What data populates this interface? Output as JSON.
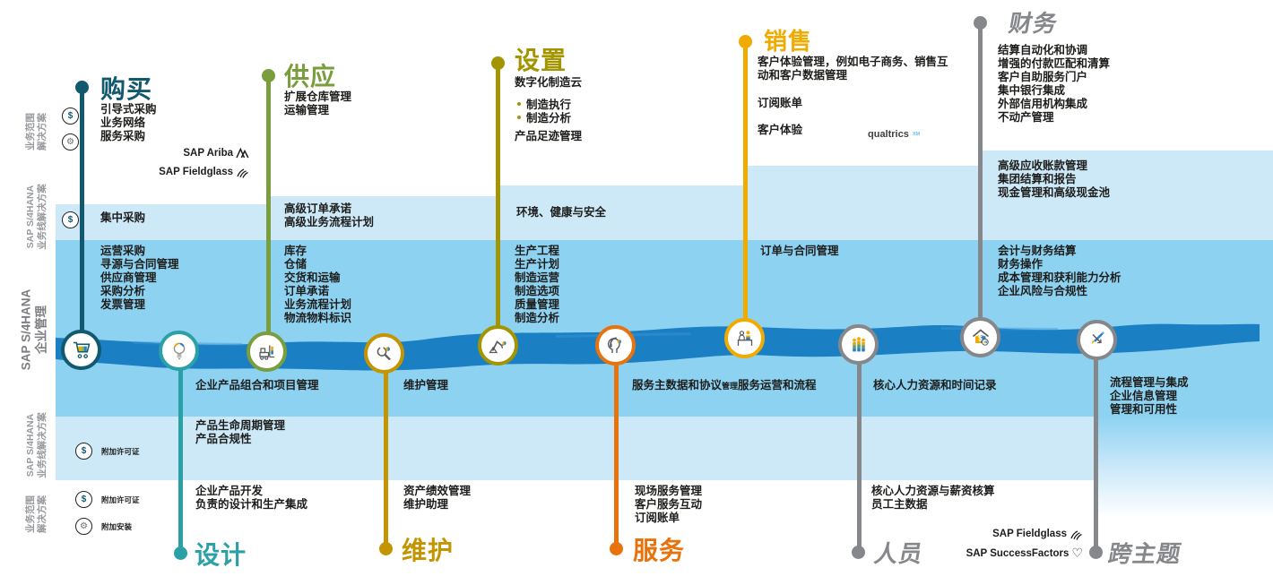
{
  "palette": {
    "band_light": "#cde9f8",
    "band_mid": "#8ed2f2",
    "river": "#1b7fc4",
    "buy": "#12586e",
    "supply": "#7a9d3e",
    "setup": "#a39500",
    "sales": "#f0ab00",
    "maintain": "#c49500",
    "service": "#e8720c",
    "design": "#2ba0a6",
    "gray": "#85878a",
    "accent_yellow": "#f0ab00",
    "accent_blue": "#2f7fc0"
  },
  "axis": {
    "rows": [
      {
        "l1": "业务范围",
        "l2": "解决方案"
      },
      {
        "l1": "SAP S/4HANA",
        "l2": "业务线解决方案"
      },
      {
        "l1": "SAP S/4HANA",
        "l2": "企业管理"
      },
      {
        "l1": "SAP S/4HANA",
        "l2": "业务线解决方案"
      },
      {
        "l1": "业务范围",
        "l2": "解决方案"
      }
    ]
  },
  "badges": {
    "license": "附加许可证",
    "install": "附加安装"
  },
  "logos": {
    "ariba": "SAP Ariba",
    "fieldglass_top": "SAP Fieldglass",
    "fieldglass_bottom": "SAP Fieldglass",
    "successfactors": "SAP SuccessFactors",
    "qualtrics": "qualtrics",
    "qualtrics_xm": "XM"
  },
  "milestones": {
    "buy": {
      "title": "购买",
      "scope": "引导式采购\n业务网络\n服务采购",
      "lob": "集中采购",
      "core": "运营采购\n寻源与合同管理\n供应商管理\n采购分析\n发票管理"
    },
    "supply": {
      "title": "供应",
      "scope": "扩展仓库管理\n运输管理",
      "lob": "高级订单承诺\n高级业务流程计划",
      "core": "库存\n仓储\n交货和运输\n订单承诺\n业务流程计划\n物流物料标识"
    },
    "setup": {
      "title": "设置",
      "cloud": "数字化制造云",
      "bullets": [
        "制造执行",
        "制造分析"
      ],
      "footprint": "产品足迹管理",
      "lob": "环境、健康与安全",
      "core": "生产工程\n生产计划\n制造运营\n制造选项\n质量管理\n制造分析"
    },
    "sales": {
      "title": "销售",
      "cx": "客户体验管理，例如电子商务、销售互\n动和客户数据管理",
      "billing": "订阅账单",
      "experience": "客户体验",
      "core": "订单与合同管理"
    },
    "finance": {
      "title": "财务",
      "scope": "结算自动化和协调\n增强的付款匹配和清算\n客户自助服务门户\n集中银行集成\n外部信用机构集成\n不动产管理",
      "lob": "高级应收账款管理\n集团结算和报告\n现金管理和高级现金池",
      "core": "会计与财务结算\n财务操作\n成本管理和获利能力分析\n企业风险与合规性"
    },
    "design": {
      "title": "设计",
      "core": "企业产品组合和项目管理",
      "lob": "产品生命周期管理\n产品合规性",
      "scope": "企业产品开发\n负责的设计和生产集成"
    },
    "maintain": {
      "title": "维护",
      "core": "维护管理",
      "scope": "资产绩效管理\n维护助理"
    },
    "service": {
      "title": "服务",
      "core_a": "服务主数据和协议",
      "core_small": "管理",
      "core_b": "服务运营和流程",
      "scope": "现场服务管理\n客户服务互动\n订阅账单"
    },
    "people": {
      "title": "人员",
      "core": "核心人力资源和时间记录",
      "scope": "核心人力资源与薪资核算\n员工主数据"
    },
    "cross": {
      "title": "跨主题",
      "core": "流程管理与集成\n企业信息管理\n管理和可用性"
    }
  }
}
